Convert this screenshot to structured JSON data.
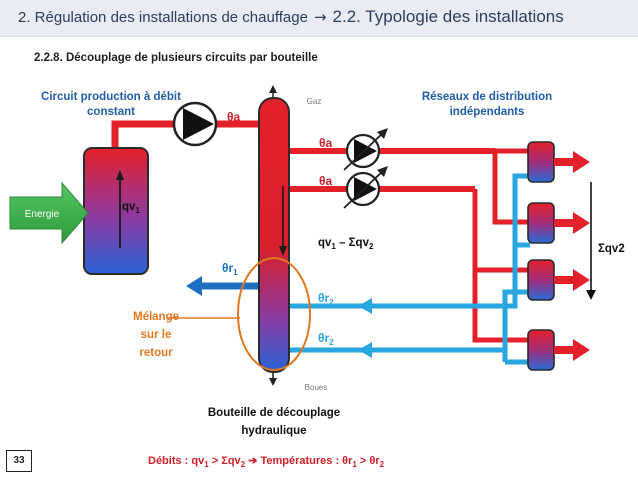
{
  "header": {
    "left": "2. Régulation des installations de chauffage",
    "arrow": "→",
    "right": "2.2. Typologie des installations"
  },
  "subtitle": "2.2.8. Découplage de plusieurs circuits par bouteille",
  "labels": {
    "production_line1": "Circuit production à débit",
    "production_line2": "constant",
    "reseaux_line1": "Réseaux de distribution",
    "reseaux_line2": "indépendants",
    "gaz": "Gaz",
    "boues": "Boues",
    "energie": "Energie",
    "qv1_base": "qv",
    "qv1_sub": "1",
    "theta_a_1": "θa",
    "theta_a_2": "θa",
    "theta_a_3": "θa",
    "theta_r1_base": "θr",
    "theta_r1_sub": "1",
    "theta_r2a_base": "θr",
    "theta_r2a_sub": "2",
    "theta_r2b_base": "θr",
    "theta_r2b_sub": "2",
    "qv_diff_base": "qv",
    "qv_diff_sub1": "1",
    "qv_diff_mid": " – Σqv",
    "qv_diff_sub2": "2",
    "sum_qv2": "Σqv2",
    "melange_line1": "Mélange",
    "melange_line2": "sur le",
    "melange_line3": "retour",
    "bouteille_line1": "Bouteille de découplage",
    "bouteille_line2": "hydraulique"
  },
  "footer": {
    "prefix": "Débits : qv",
    "sub1": "1",
    "gt1": " > Σqv",
    "sub2": "2",
    "arrow": " ➔ ",
    "temps": "Températures : θr",
    "sub3": "1",
    "gt2": " > θr",
    "sub4": "2"
  },
  "page_number": "33",
  "colors": {
    "hot": "#e4202a",
    "cold": "#29a6e0",
    "return_main": "#1f6fc1",
    "label_red": "#d0202a",
    "label_blue": "#1f6fc1",
    "label_orange": "#e07820",
    "title_blue": "#1f5fa8",
    "energy_green": "#3ab449"
  }
}
